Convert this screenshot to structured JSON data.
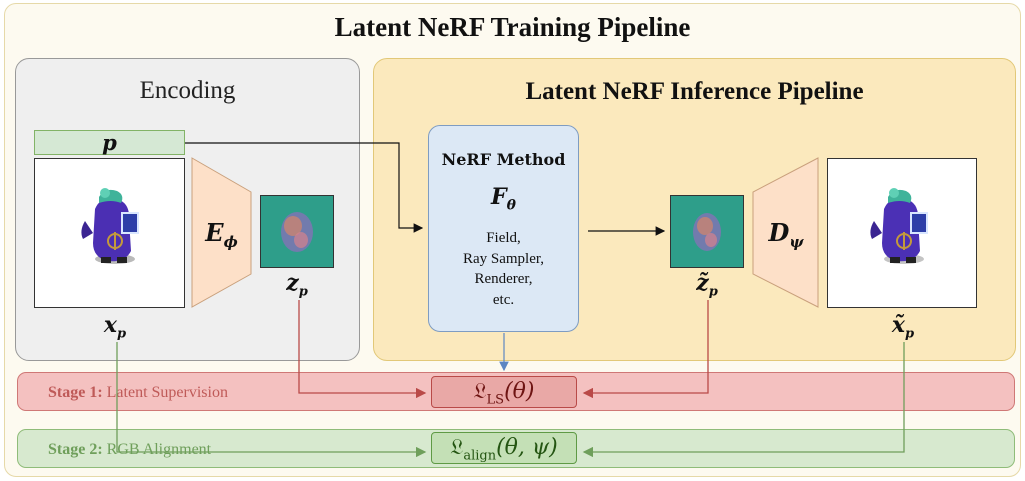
{
  "title": "Latent NeRF Training Pipeline",
  "encoding": {
    "title": "Encoding",
    "pose_label": "p",
    "image_label": "x",
    "image_sub": "p",
    "encoder_label": "E",
    "encoder_sub": "ϕ",
    "latent_label": "z",
    "latent_sub": "p"
  },
  "inference": {
    "title": "Latent NeRF Inference Pipeline",
    "nerf_title": "NeRF Method",
    "nerf_symbol": "F",
    "nerf_symbol_sub": "θ",
    "nerf_components": [
      "Field,",
      "Ray Sampler,",
      "Renderer,",
      "etc."
    ],
    "rendered_latent_label": "z̃",
    "rendered_latent_sub": "p",
    "decoder_label": "D",
    "decoder_sub": "ψ",
    "output_label": "x̃",
    "output_sub": "p"
  },
  "stages": [
    {
      "prefix": "Stage 1:",
      "name": "Latent Supervision",
      "loss_symbol": "𝔏",
      "loss_sub": "LS",
      "loss_args": "(θ)"
    },
    {
      "prefix": "Stage 2:",
      "name": "RGB Alignment",
      "loss_symbol": "𝔏",
      "loss_sub": "align",
      "loss_args": "(θ, ψ)"
    }
  ],
  "colors": {
    "stage1": "#f4c1c0",
    "stage1_line": "#b94a48",
    "stage2": "#d7e9cf",
    "stage2_line": "#6f9f5b",
    "encoder": "#fde0c8",
    "nerf": "#dce8f5",
    "inference_bg": "#fbe9bd",
    "encoding_bg": "#efefef",
    "latent": "#2e9e8a"
  }
}
